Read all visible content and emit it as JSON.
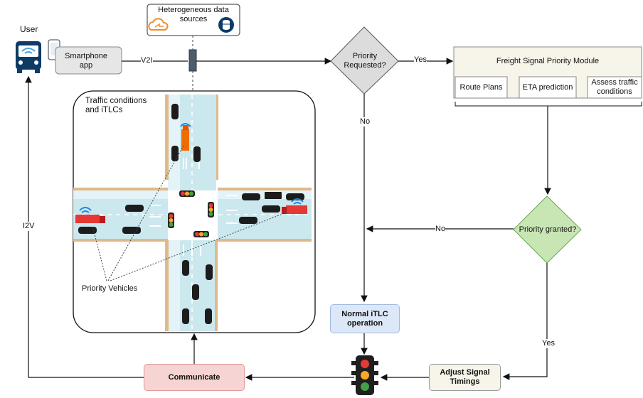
{
  "user_label": "User",
  "smartphone_label": "Smartphone app",
  "data_sources_label": "Heterogeneous data sources",
  "v2i_label": "V2I",
  "i2v_label": "I2V",
  "decision_priority": "Priority Requested?",
  "yes_label_1": "Yes",
  "no_label_1": "No",
  "module": {
    "title": "Freight Signal Priority Module",
    "route_plans": "Route Plans",
    "eta_prediction": "ETA prediction",
    "assess_traffic": "Assess traffic conditions"
  },
  "decision_granted": "Priority granted?",
  "no_label_2": "No",
  "yes_label_2": "Yes",
  "normal_itlc": "Normal iTLC operation",
  "adjust_signal": "Adjust Signal Timings",
  "communicate": "Communicate",
  "traffic_panel_title": "Traffic conditions and iTLCs",
  "priority_vehicles_label": "Priority Vehicles",
  "colors": {
    "module_bg": "#f7f4ea",
    "granted_diamond": "#c8e6b4",
    "normal_box": "#dce8f7",
    "communicate_box": "#f6d4d4",
    "adjust_box": "#f7f4ea",
    "road": "#cbe8ee"
  }
}
